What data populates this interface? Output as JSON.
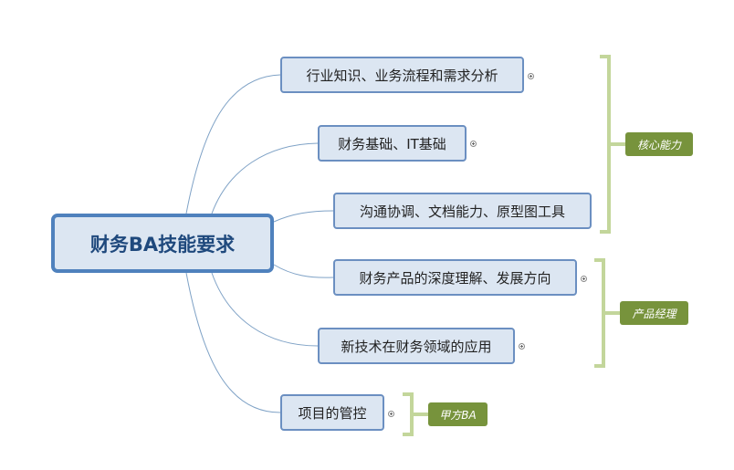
{
  "root": {
    "label": "财务BA技能要求"
  },
  "topics": [
    {
      "label": "行业知识、业务流程和需求分析",
      "collapsed": true
    },
    {
      "label": "财务基础、IT基础",
      "collapsed": true
    },
    {
      "label": "沟通协调、文档能力、原型图工具",
      "collapsed": false
    },
    {
      "label": "财务产品的深度理解、发展方向",
      "collapsed": true
    },
    {
      "label": "新技术在财务领域的应用",
      "collapsed": true
    },
    {
      "label": "项目的管控",
      "collapsed": true
    }
  ],
  "summaries": [
    {
      "label": "核心能力"
    },
    {
      "label": "产品经理"
    },
    {
      "label": "甲方BA"
    }
  ],
  "colors": {
    "connector": "#7fa2c6",
    "node_fill": "#dce6f2",
    "node_border": "#6b8fc1",
    "root_border": "#4f81bd",
    "bracket": "#c3d69b",
    "summary_fill": "#77933c",
    "summary_text": "#ffffff"
  }
}
